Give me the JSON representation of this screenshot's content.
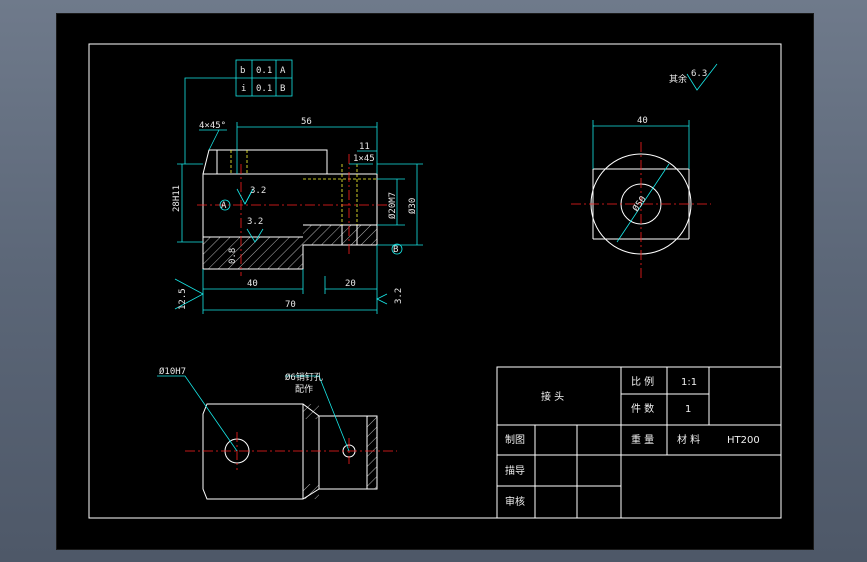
{
  "drawing": {
    "tolerance_frame": {
      "row1": {
        "symbol": "b",
        "value": "0.1",
        "datum": "A"
      },
      "row2": {
        "symbol": "i",
        "value": "0.1",
        "datum": "B"
      }
    },
    "front_view": {
      "dim_chamfer": "4×45°",
      "dim_56": "56",
      "dim_11": "11",
      "dim_1x45": "1×45",
      "dim_28h11": "28H11",
      "dim_20m7": "Ø20M7",
      "dim_30": "Ø30",
      "rough_3_2a": "3.2",
      "rough_3_2b": "3.2",
      "rough_0_8": "0.8",
      "dim_40": "40",
      "dim_20": "20",
      "dim_70": "70",
      "rough_12_5": "12.5",
      "rough_3_2c": "3.2",
      "datum_a": "A",
      "datum_b": "B"
    },
    "side_view": {
      "dim_40": "40",
      "dim_50": "Ø50",
      "rest_label": "其余",
      "rest_value": "6.3"
    },
    "bottom_view": {
      "label_hole": "Ø10H7",
      "label_pin_hole": "Ø6销钉孔",
      "label_pin_note": "配作"
    }
  },
  "title_block": {
    "part_name": "接  头",
    "scale_label": "比 例",
    "scale_value": "1:1",
    "qty_label": "件 数",
    "qty_value": "1",
    "drawn_label": "制图",
    "weight_label": "重 量",
    "material_label": "材 料",
    "material_value": "HT200",
    "design_label": "描导",
    "review_label": "审核"
  }
}
